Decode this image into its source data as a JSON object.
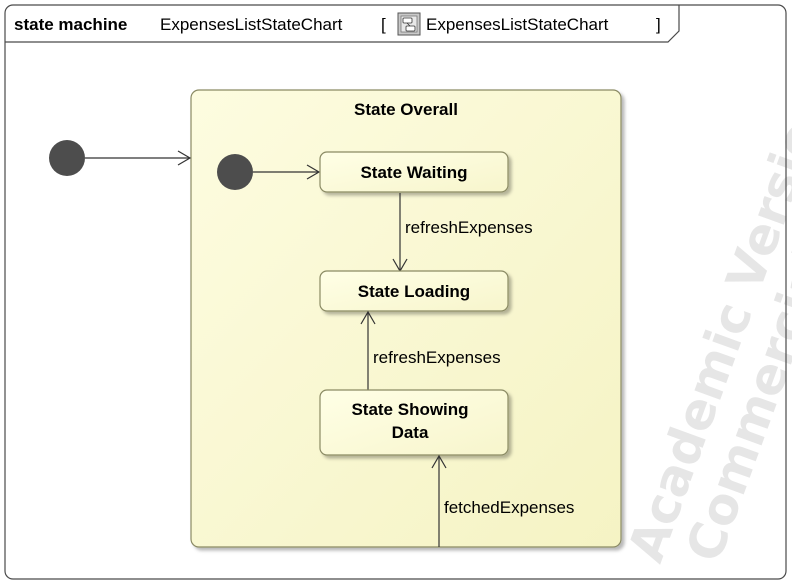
{
  "frame": {
    "keyword": "state machine",
    "name": "ExpensesListStateChart",
    "open_bracket": "[",
    "ref_name": "ExpensesListStateChart",
    "close_bracket": "]",
    "ref_icon": "statechart-diagram-icon"
  },
  "watermark": {
    "line1": "Academic Version for Teaching Only",
    "line2": "Commercial Development is strictly Prohibited"
  },
  "composite_state": {
    "name": "State Overall"
  },
  "states": [
    {
      "id": "waiting",
      "name": "State Waiting"
    },
    {
      "id": "loading",
      "name": "State Loading"
    },
    {
      "id": "showing",
      "name_line1": "State Showing",
      "name_line2": "Data"
    }
  ],
  "transitions": [
    {
      "from": "outer-initial",
      "to": "State Overall",
      "label": ""
    },
    {
      "from": "inner-initial",
      "to": "State Waiting",
      "label": ""
    },
    {
      "from": "State Waiting",
      "to": "State Loading",
      "label": "refreshExpenses"
    },
    {
      "from": "State Showing Data",
      "to": "State Loading",
      "label": "refreshExpenses"
    },
    {
      "from": "external",
      "to": "State Showing Data",
      "label": "fetchedExpenses"
    }
  ],
  "colors": {
    "state_fill": "#ffffd8",
    "composite_fill": "#fbfad0",
    "border": "#7a7a5a",
    "pseudostate": "#4d4d4d",
    "watermark": "#e6e6e6"
  }
}
